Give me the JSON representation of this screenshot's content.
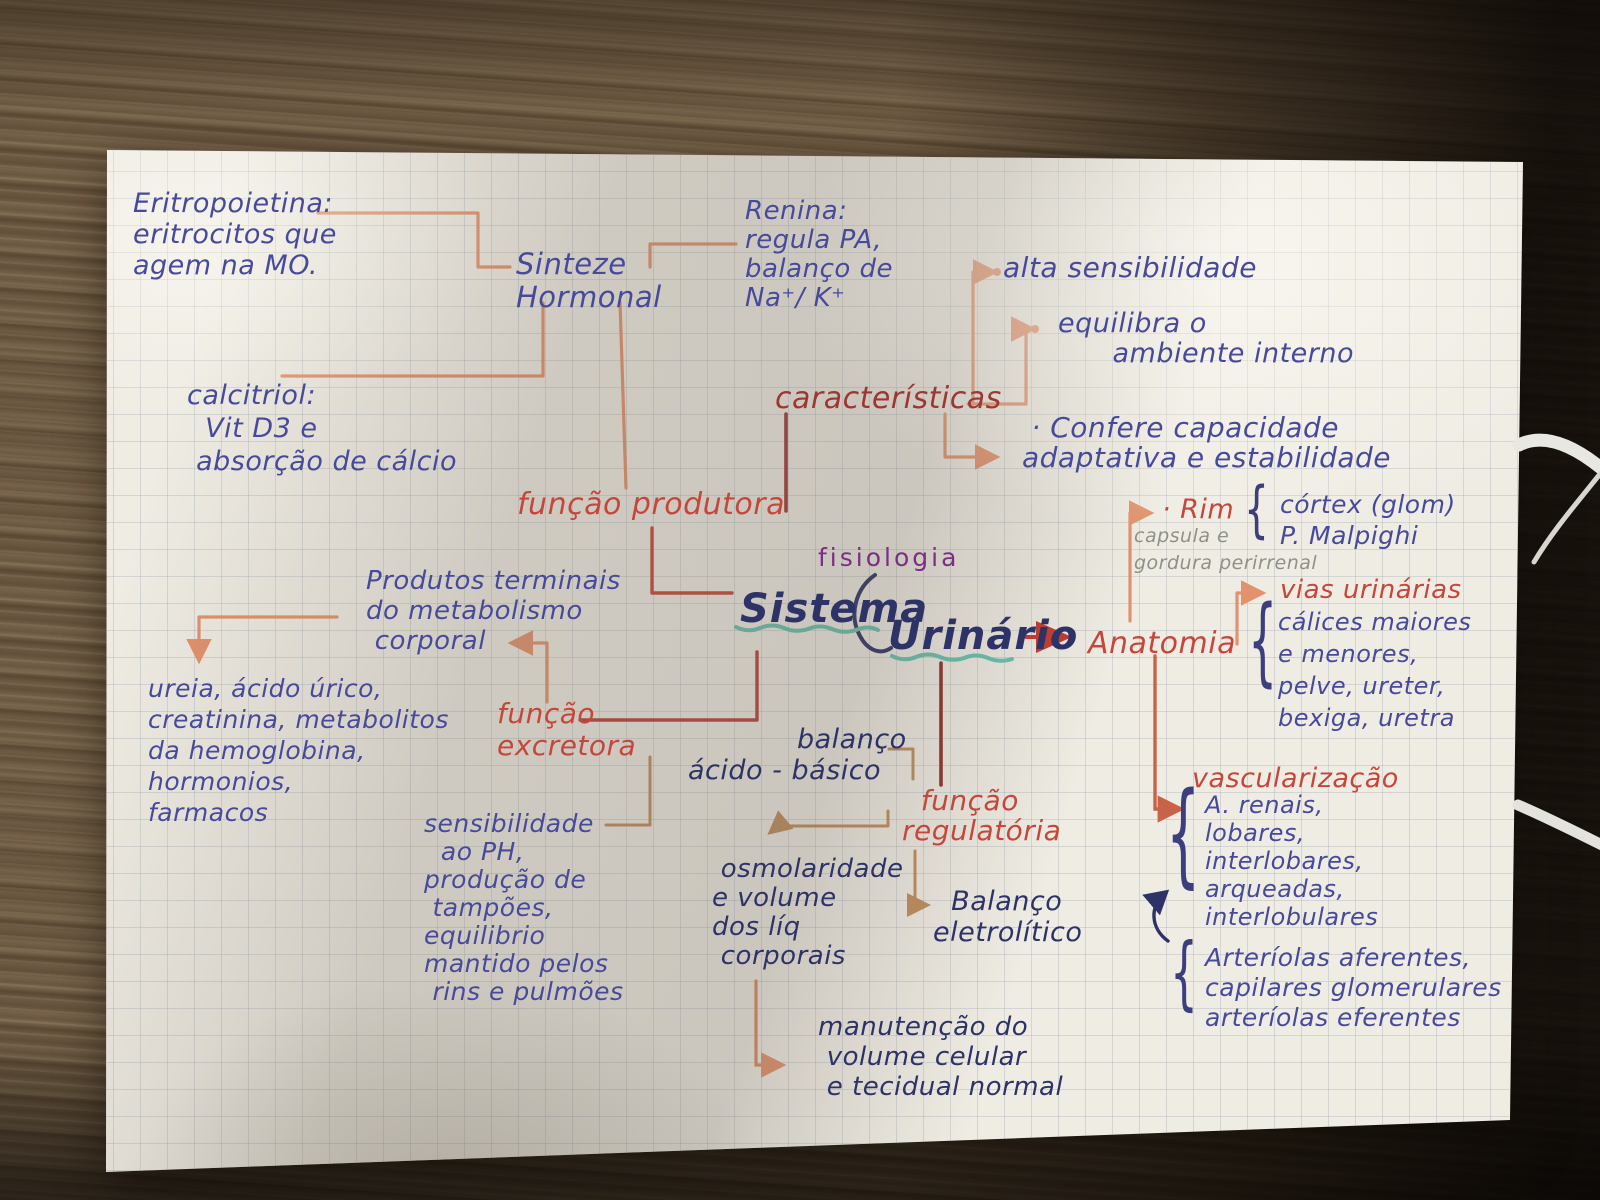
{
  "colors": {
    "ink_blue": "#474a9b",
    "ink_navy": "#2d3366",
    "ink_red": "#c5473b",
    "ink_dark_red": "#9c3733",
    "ink_purple": "#7c2e83",
    "connector_orange": "#e2926c",
    "connector_tan": "#bf8d5c",
    "highlight_teal": "#67c1ae",
    "pencil_gray": "#8f9089",
    "paper": "#efece4",
    "wood": "#6a5840"
  },
  "mindmap": {
    "central_topic_line1": "Sistema",
    "central_topic_line2": "Urinário",
    "context_label": "fisiologia",
    "glyphs": {
      "brace": "{"
    },
    "nodes": {
      "eritropoietina": "Eritropoietina:\neritrocitos que\nagem na MO.",
      "sinteze": "Sinteze\nHormonal",
      "renina": "Renina:\nregula PA,\nbalanço de\nNa⁺/ K⁺",
      "alta": "alta sensibilidade",
      "equilibra": "equilibra o\n      ambiente interno",
      "caracteristicas": "características",
      "confere": " · Confere capacidade\nadaptativa e estabilidade",
      "calcitriol": "calcitriol:\n  Vit D3 e\n absorção de cálcio",
      "funcao_produtora": "função produtora",
      "anatomia": "Anatomia",
      "rim": "· Rim",
      "rim_note": "capsula e\ngordura perirrenal",
      "rim_items": "córtex (glom)\nP. Malpighi",
      "vias_urinarias": "vias urinárias",
      "vias_items": "cálices maiores\ne menores,\npelve, ureter,\nbexiga, uretra",
      "produtos_terminais": "Produtos terminais\ndo metabolismo\n corporal",
      "ureia_lista": "ureia, ácido úrico,\ncreatinina, metabolitos\nda hemoglobina,\nhormonios,\nfarmacos",
      "funcao_excretora": "função\nexcretora",
      "balanco_acido": "            balanço\nácido - básico",
      "funcao_regulatoria": "  função\nregulatória",
      "sensibilidade": "sensibilidade\n  ao PH,\nprodução de\n tampões,\nequilibrio\nmantido pelos\n rins e pulmões",
      "osmolaridade": " osmolaridade\ne volume\ndos líq\n corporais",
      "balanco_eletrolitico": "  Balanço\neletrolítico",
      "vascularizacao": "vascularização",
      "vasc_items": "A. renais,\nlobares,\ninterlobares,\narqueadas,\ninterlobulares",
      "arteriolas": "Arteríolas aferentes,\ncapilares glomerulares\narteríolas eferentes",
      "manutencao": "manutenção do\n volume celular\n e tecidual normal"
    }
  }
}
